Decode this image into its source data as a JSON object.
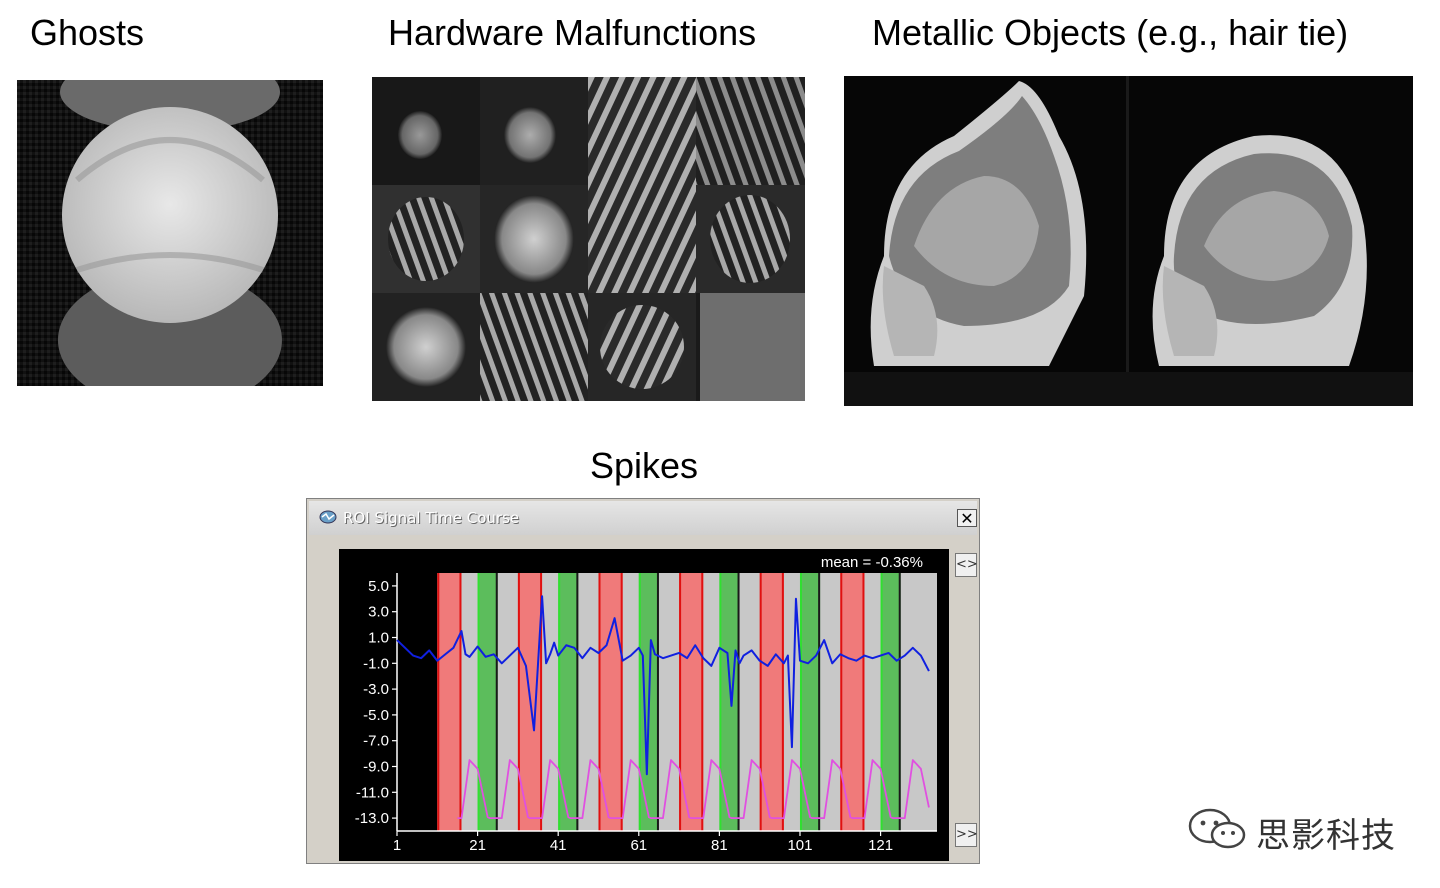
{
  "captions": {
    "ghosts": "Ghosts",
    "hardware": "Hardware Malfunctions",
    "metallic": "Metallic Objects (e.g., hair tie)",
    "spikes": "Spikes"
  },
  "roi_window": {
    "title": "ROI Signal Time Course",
    "close_label": "✕",
    "side_top_label": "<>",
    "side_bottom_label": ">>",
    "mean_label": "mean = -0.36%"
  },
  "chart_data": {
    "type": "line",
    "title": "ROI Signal Time Course",
    "ylim": [
      -14,
      6
    ],
    "xlim": [
      1,
      135
    ],
    "y_ticks": [
      "5.0",
      "3.0",
      "1.0",
      "-1.0",
      "-3.0",
      "-5.0",
      "-7.0",
      "-9.0",
      "-11.0",
      "-13.0"
    ],
    "y_tick_values": [
      5,
      3,
      1,
      -1,
      -3,
      -5,
      -7,
      -9,
      -11,
      -13
    ],
    "x_ticks": [
      "1",
      "21",
      "41",
      "61",
      "81",
      "101",
      "121"
    ],
    "x_tick_values": [
      1,
      21,
      41,
      61,
      81,
      101,
      121
    ],
    "condition_blocks": [
      {
        "start": 11,
        "end": 17,
        "color": "#f07a7a"
      },
      {
        "start": 21,
        "end": 26,
        "color": "#5cbd5c"
      },
      {
        "start": 31,
        "end": 37,
        "color": "#f07a7a"
      },
      {
        "start": 41,
        "end": 46,
        "color": "#5cbd5c"
      },
      {
        "start": 51,
        "end": 57,
        "color": "#f07a7a"
      },
      {
        "start": 61,
        "end": 66,
        "color": "#5cbd5c"
      },
      {
        "start": 71,
        "end": 77,
        "color": "#f07a7a"
      },
      {
        "start": 81,
        "end": 86,
        "color": "#5cbd5c"
      },
      {
        "start": 91,
        "end": 97,
        "color": "#f07a7a"
      },
      {
        "start": 101,
        "end": 106,
        "color": "#5cbd5c"
      },
      {
        "start": 111,
        "end": 117,
        "color": "#f07a7a"
      },
      {
        "start": 121,
        "end": 126,
        "color": "#5cbd5c"
      }
    ],
    "series": [
      {
        "color": "#1020e0",
        "x": [
          1,
          3,
          5,
          7,
          9,
          11,
          13,
          15,
          17,
          18,
          19,
          21,
          23,
          25,
          27,
          29,
          31,
          33,
          35,
          36,
          37,
          38,
          39,
          40,
          41,
          43,
          45,
          47,
          49,
          51,
          53,
          55,
          57,
          59,
          61,
          62,
          63,
          64,
          65,
          67,
          69,
          71,
          73,
          75,
          77,
          79,
          81,
          83,
          84,
          85,
          86,
          87,
          89,
          91,
          93,
          95,
          97,
          98,
          99,
          100,
          101,
          103,
          105,
          107,
          109,
          111,
          113,
          115,
          117,
          119,
          121,
          123,
          125,
          127,
          129,
          131,
          133
        ],
        "y": [
          0.8,
          0.2,
          -0.4,
          -0.6,
          0,
          -0.8,
          -0.3,
          0.2,
          1.5,
          -0.3,
          -0.5,
          0.3,
          -0.5,
          -0.3,
          -1.0,
          -0.4,
          0.2,
          -1.2,
          -6.2,
          -1.0,
          4.2,
          -1.0,
          -0.3,
          0.6,
          -0.4,
          0.4,
          0.2,
          -0.6,
          0.2,
          -0.2,
          0.4,
          2.5,
          -0.8,
          -0.4,
          0.2,
          -0.4,
          -9.6,
          0.8,
          -0.3,
          -0.6,
          -0.4,
          -0.2,
          -0.6,
          0.4,
          -0.6,
          -1.2,
          0.2,
          -0.2,
          -4.3,
          0,
          -1.0,
          -0.4,
          0,
          -0.8,
          -1.2,
          -0.3,
          -1.0,
          -0.4,
          -7.5,
          4.0,
          -0.8,
          -1.0,
          -0.4,
          0.8,
          -1.0,
          -0.3,
          -0.6,
          -0.8,
          -0.4,
          -0.6,
          -0.4,
          -0.2,
          -0.8,
          -0.4,
          0.2,
          -0.4,
          -1.6
        ]
      },
      {
        "color": "#e050e0",
        "shape": "hrf",
        "baseline": -13.0,
        "peak": -8.5,
        "onsets": [
          17,
          27,
          37,
          47,
          57,
          67,
          77,
          87,
          97,
          107,
          117,
          127
        ],
        "x_end": 133
      }
    ]
  },
  "watermark": {
    "text": "思影科技"
  }
}
